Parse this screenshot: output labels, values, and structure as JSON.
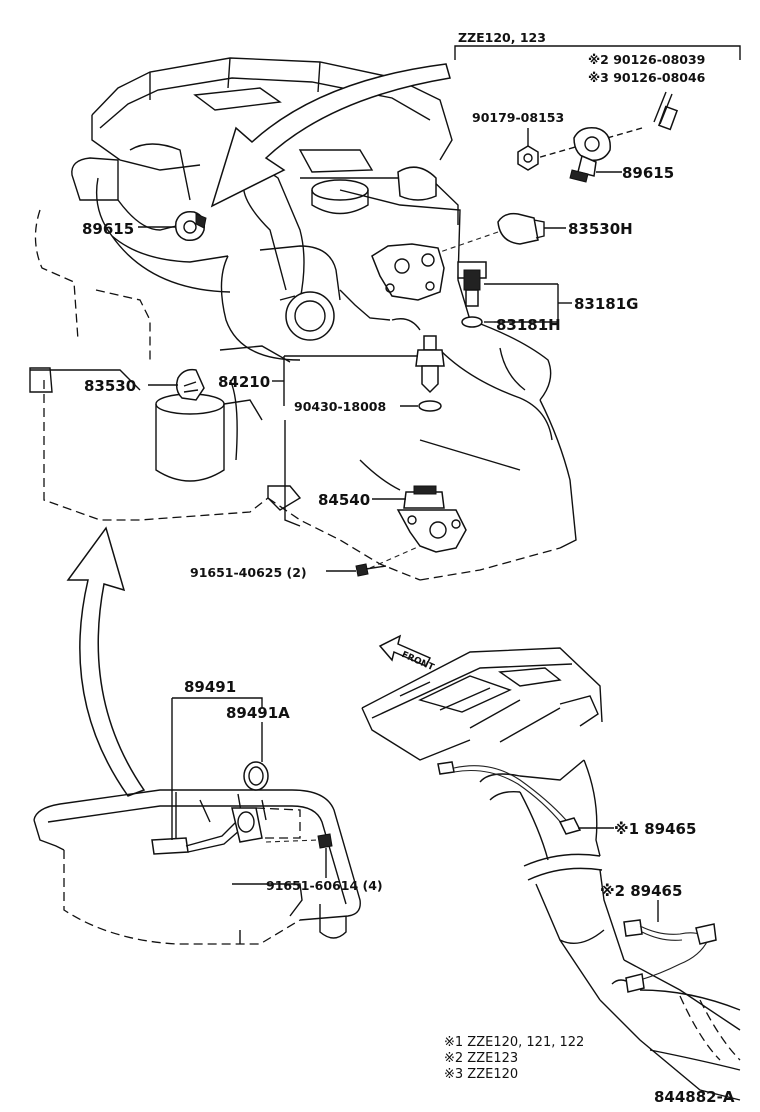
{
  "header": {
    "model_bracket": "ZZE120, 123",
    "note_2_bolt": "※2 90126-08039",
    "note_3_bolt": "※3 90126-08046"
  },
  "labels": {
    "nut": "90179-08153",
    "knock_sensor_right": "89615",
    "knock_sensor_left": "89615",
    "speed_sensor_h": "83530H",
    "speed_sensor_assy": "83181G",
    "speed_sensor_sub": "83181H",
    "speed_sensor_left": "83530",
    "temp_sensor": "84210",
    "gasket": "90430-18008",
    "neutral_switch": "84540",
    "switch_bolt": "91651-40625 (2)",
    "oil_level_sensor": "89491",
    "oil_level_gasket": "89491A",
    "oil_level_bolt": "91651-60614 (4)",
    "front_arrow": "FRONT",
    "o2_sensor_1": "※1 89465",
    "o2_sensor_2": "※2 89465"
  },
  "footnotes": {
    "note_1": "※1 ZZE120, 121, 122",
    "note_2": "※2 ZZE123",
    "note_3": "※3 ZZE120"
  },
  "diagram_code": "844882-A"
}
